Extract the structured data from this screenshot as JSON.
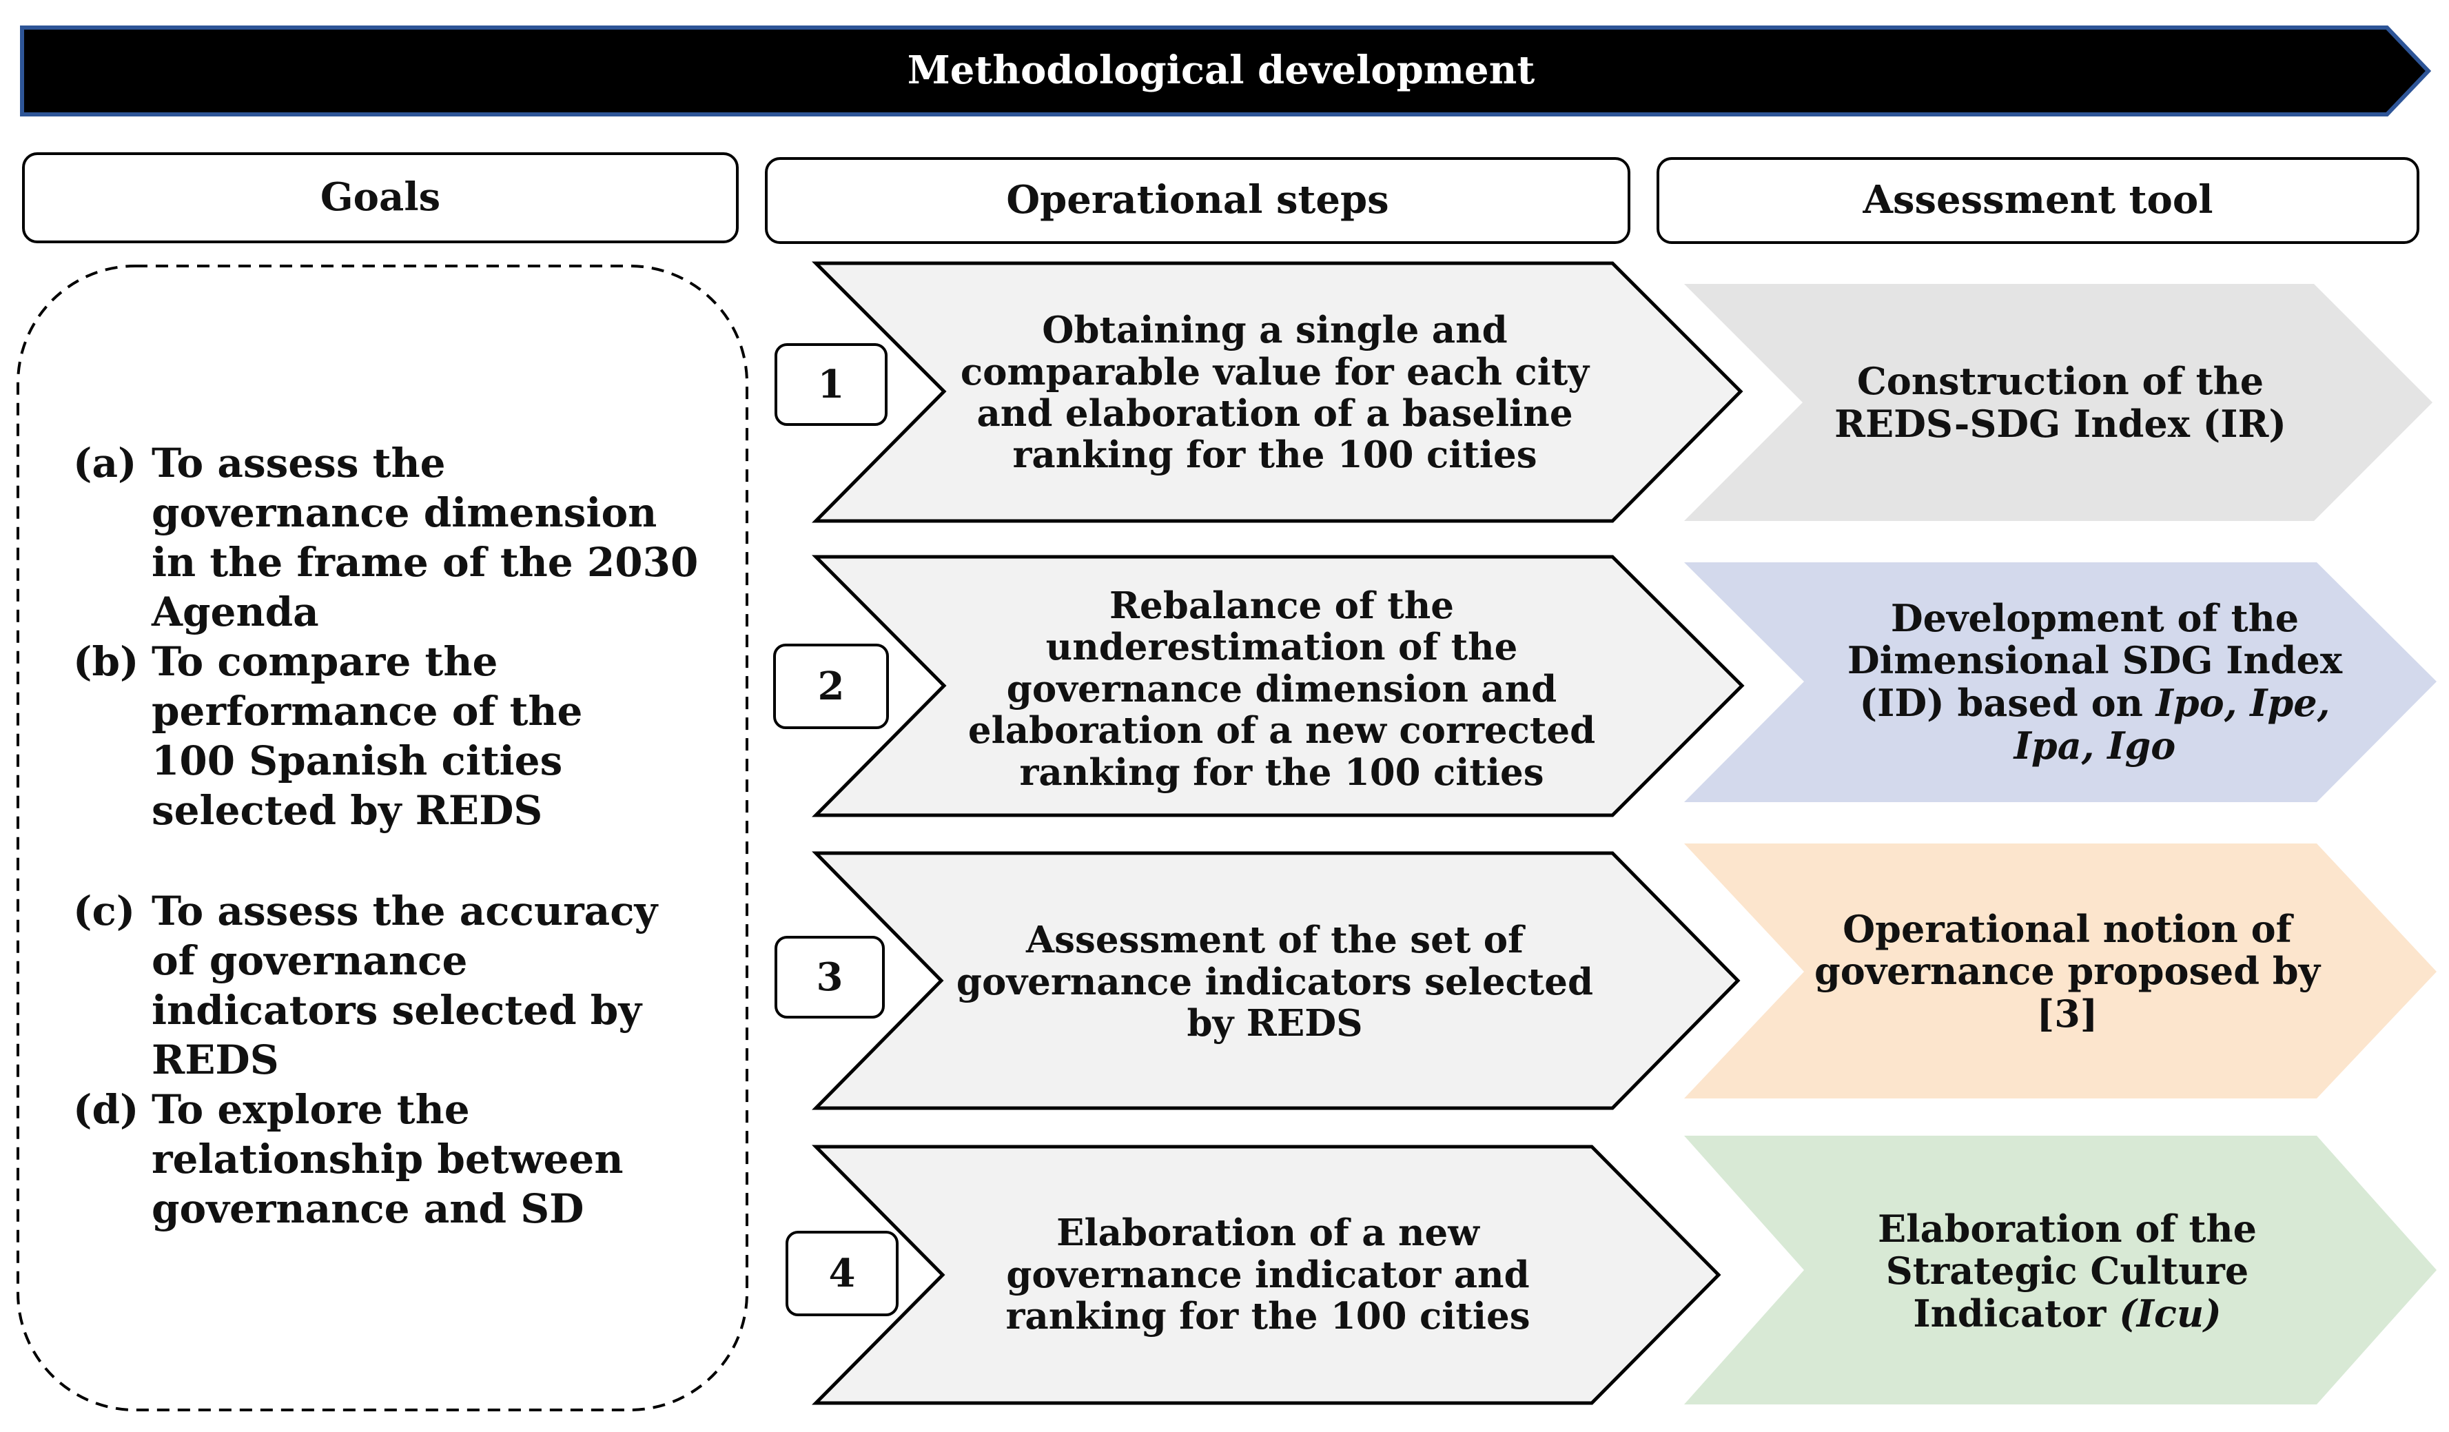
{
  "banner": {
    "title": "Methodological development"
  },
  "columns": {
    "goals": "Goals",
    "steps": "Operational steps",
    "tool": "Assessment tool"
  },
  "goals": [
    {
      "label": "(a)",
      "text": "To assess  the governance dimension in the frame of the 2030 Agenda"
    },
    {
      "label": "(b)",
      "text": "To compare the performance of the 100 Spanish cities selected by REDS"
    },
    {
      "label": "(c)",
      "text": "To assess  the accuracy of governance indicators selected by REDS"
    },
    {
      "label": "(d)",
      "text": "To  explore the relationship between governance and SD"
    }
  ],
  "steps": [
    {
      "number": "1",
      "text": "Obtaining a single and comparable value for each city and elaboration of a baseline ranking for the 100 cities"
    },
    {
      "number": "2",
      "text": "Rebalance of the underestimation of the governance dimension and elaboration of a new corrected ranking for the 100 cities"
    },
    {
      "number": "3",
      "text": "Assessment of the set of governance indicators selected by REDS"
    },
    {
      "number": "4",
      "text": "Elaboration of a new governance indicator and ranking for the 100 cities"
    }
  ],
  "tools": [
    {
      "text": "Construction of the REDS-SDG Index (IR)",
      "color": "#e4e4e4"
    },
    {
      "text_plain": "Development of the Dimensional SDG Index (ID) based on ",
      "text_italic": "Ipo, Ipe, Ipa, Igo",
      "color": "#d3d9ec"
    },
    {
      "text": "Operational notion of governance proposed by [3]",
      "color": "#fce5cd"
    },
    {
      "text_plain": "Elaboration of the Strategic Culture Indicator ",
      "text_italic": "(Icu)",
      "color": "#d8e9d5"
    }
  ],
  "colors": {
    "banner": "#000000",
    "banner_border": "#2e5597",
    "step_fill": "#f2f2f2"
  }
}
